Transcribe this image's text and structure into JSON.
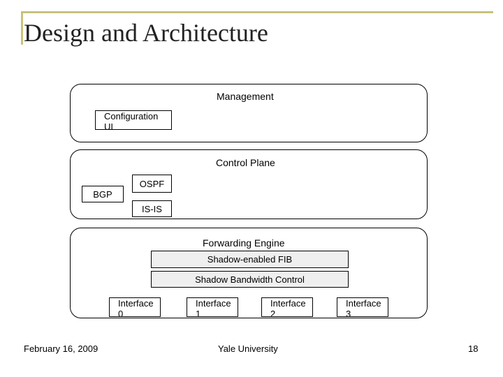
{
  "slide": {
    "title": "Design and Architecture",
    "footer": {
      "date": "February 16, 2009",
      "org": "Yale University",
      "page": "18"
    }
  },
  "diagram": {
    "management": {
      "label": "Management",
      "config_ui": "Configuration\nUI"
    },
    "control_plane": {
      "label": "Control Plane",
      "bgp": "BGP",
      "ospf": "OSPF",
      "isis": "IS-IS"
    },
    "forwarding_engine": {
      "label": "Forwarding Engine",
      "fib": "Shadow-enabled FIB",
      "bandwidth": "Shadow Bandwidth Control",
      "interfaces": [
        "Interface\n0",
        "Interface\n1",
        "Interface\n2",
        "Interface\n3"
      ]
    }
  }
}
